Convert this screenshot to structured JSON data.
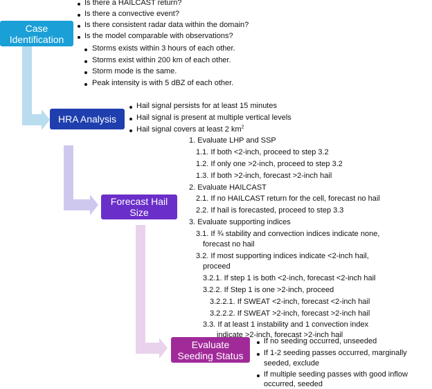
{
  "colors": {
    "case": "#1a9fd6",
    "hra": "#1f3fae",
    "forecast": "#6a2fc9",
    "seeding": "#a12a99",
    "arrow1": "#b9dcef",
    "arrow2": "#cfc8ee",
    "arrow3": "#e9d2ec"
  },
  "case_identification": {
    "label_line1": "Case",
    "label_line2": "Identification",
    "items": [
      "Is there a HAILCAST return?",
      "Is there a convective event?",
      "Is there consistent radar data within the domain?",
      "Is the model comparable with observations?"
    ],
    "subitems": [
      "Storms exists within 3 hours of each other.",
      "Storms exist within 200 km of each other.",
      "Storm mode is the same.",
      "Peak intensity is with 5 dBZ of each other."
    ]
  },
  "hra_analysis": {
    "label": "HRA Analysis",
    "items": [
      "Hail signal persists for at least 15 minutes",
      "Hail signal is present at multiple vertical levels",
      "Hail signal covers at least 2 km"
    ],
    "superscript": "2"
  },
  "forecast_hail_size": {
    "label_line1": "Forecast Hail",
    "label_line2": "Size",
    "lines": [
      "1. Evaluate LHP and SSP",
      "1.1. If both <2-inch, proceed to step 3.2",
      "1.2. If only one >2-inch, proceed to step 3.2",
      "1.3. If both >2-inch, forecast >2-inch hail",
      "2. Evaluate HAILCAST",
      "2.1. If no HAILCAST return for the cell, forecast no hail",
      "2.2. If hail is forecasted, proceed to step 3.3",
      "3. Evaluate supporting indices",
      "3.1. If ¾ stability and convection indices indicate none,",
      "forecast no hail",
      "3.2. If most supporting indices indicate <2-inch hail,",
      "proceed",
      "3.2.1. If step 1 is both <2-inch, forecast <2-inch hail",
      "3.2.2. If Step 1 is one >2-inch, proceed",
      "3.2.2.1. If SWEAT <2-inch, forecast <2-inch hail",
      "3.2.2.2. If SWEAT >2-inch, forecast >2-inch hail",
      "3.3. If at least 1 instability and 1 convection index",
      "indicate >2-inch, forecast >2-inch hail"
    ]
  },
  "evaluate_seeding": {
    "label_line1": "Evaluate",
    "label_line2": "Seeding Status",
    "items": [
      "If no seeding occurred, unseeded",
      "If 1-2 seeding passes occurred, marginally",
      "seeded, exclude",
      "If multiple seeding passes with good inflow",
      "occurred, seeded"
    ]
  }
}
